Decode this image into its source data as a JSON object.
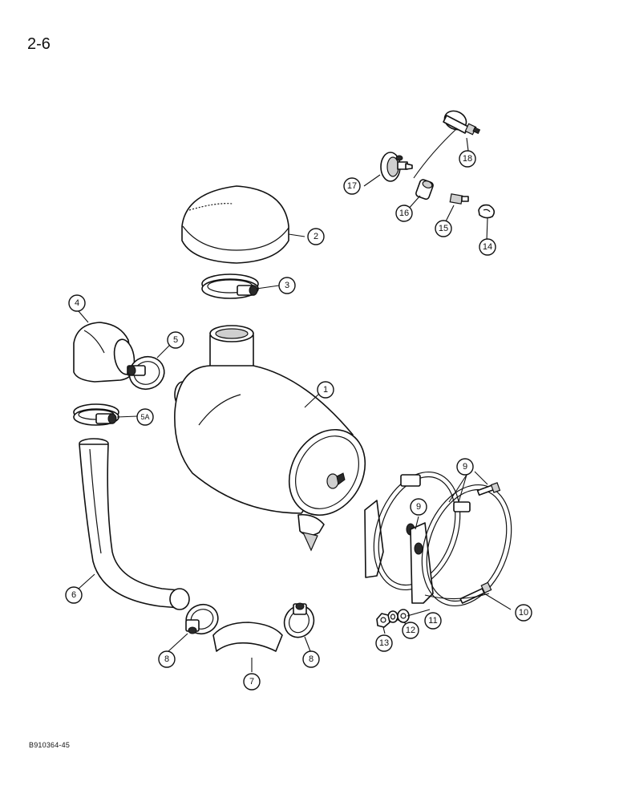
{
  "page_number": "2-6",
  "reference_code": "B910364-45",
  "callouts": {
    "c1": "1",
    "c2": "2",
    "c3": "3",
    "c4": "4",
    "c5": "5",
    "c5a": "5A",
    "c6": "6",
    "c7": "7",
    "c8a": "8",
    "c8b": "8",
    "c9a": "9",
    "c9b": "9",
    "c10": "10",
    "c11": "11",
    "c12": "12",
    "c13": "13",
    "c14": "14",
    "c15": "15",
    "c16": "16",
    "c17": "17",
    "c18": "18"
  }
}
